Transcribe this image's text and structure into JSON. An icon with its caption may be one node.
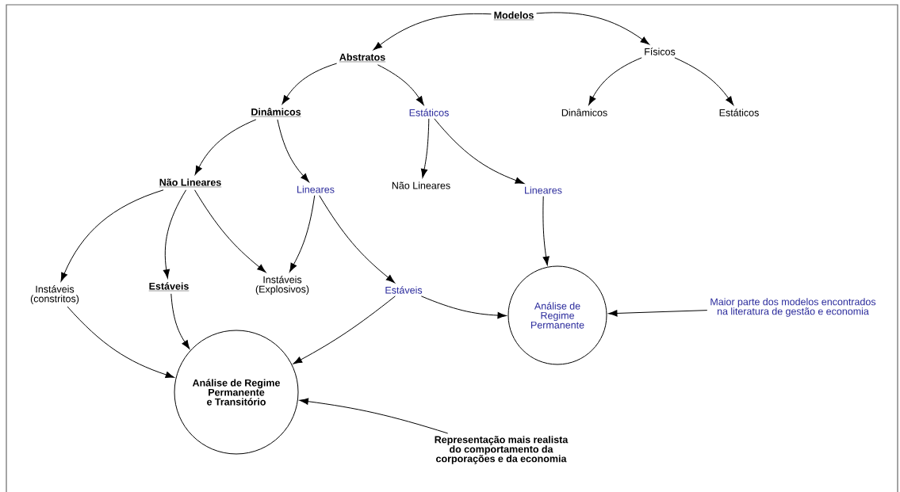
{
  "diagram": {
    "nodes": [
      {
        "text": [
          "Modelos"
        ]
      },
      {
        "text": [
          "Abstratos"
        ]
      },
      {
        "text": [
          "Físicos"
        ]
      },
      {
        "text": [
          "Dinâmicos"
        ]
      },
      {
        "text": [
          "Estáticos"
        ]
      },
      {
        "text": [
          "Dinâmicos"
        ]
      },
      {
        "text": [
          "Estáticos"
        ]
      },
      {
        "text": [
          "Não Lineares"
        ]
      },
      {
        "text": [
          "Lineares"
        ]
      },
      {
        "text": [
          "Não Lineares"
        ]
      },
      {
        "text": [
          "Lineares"
        ]
      },
      {
        "text": [
          "Instáveis (constritos)"
        ]
      },
      {
        "text": [
          "Estáveis"
        ]
      },
      {
        "text": [
          "Instáveis (Explosivos)"
        ]
      },
      {
        "text": [
          "Estáveis"
        ]
      },
      {
        "text": [
          "Análise de Regime Permanente"
        ]
      },
      {
        "text": [
          "Maior parte dos modelos encontrados na literatura de gestão e economia"
        ]
      },
      {
        "text": [
          "Análise de Regime Permanente e Transitório"
        ]
      },
      {
        "text": [
          "Representação mais realista do comportamento da corporações e da economia"
        ]
      }
    ],
    "edges": [
      {
        "from": 0,
        "to": 1,
        "arrow": "to"
      },
      {
        "from": 0,
        "to": 2,
        "arrow": "to"
      },
      {
        "from": 1,
        "to": 3,
        "arrow": "to"
      },
      {
        "from": 1,
        "to": 4,
        "arrow": "to"
      },
      {
        "from": 2,
        "to": 5,
        "arrow": "to"
      },
      {
        "from": 2,
        "to": 6,
        "arrow": "to"
      },
      {
        "from": 3,
        "to": 7,
        "arrow": "to"
      },
      {
        "from": 3,
        "to": 8,
        "arrow": "to"
      },
      {
        "from": 4,
        "to": 9,
        "arrow": "to"
      },
      {
        "from": 4,
        "to": 10,
        "arrow": "to"
      },
      {
        "from": 7,
        "to": 11,
        "arrow": "to"
      },
      {
        "from": 7,
        "to": 12,
        "arrow": "to"
      },
      {
        "from": 7,
        "to": 13,
        "arrow": "to"
      },
      {
        "from": 8,
        "to": 13,
        "arrow": "to"
      },
      {
        "from": 8,
        "to": 14,
        "arrow": "to"
      },
      {
        "from": 10,
        "to": 15,
        "arrow": "to"
      },
      {
        "from": 14,
        "to": 15,
        "arrow": "to"
      },
      {
        "from": 16,
        "to": 15,
        "arrow": "to"
      },
      {
        "from": 11,
        "to": 17,
        "arrow": "to"
      },
      {
        "from": 12,
        "to": 17,
        "arrow": "to"
      },
      {
        "from": 14,
        "to": 17,
        "arrow": "to"
      },
      {
        "from": 18,
        "to": 17,
        "arrow": "to"
      }
    ]
  }
}
